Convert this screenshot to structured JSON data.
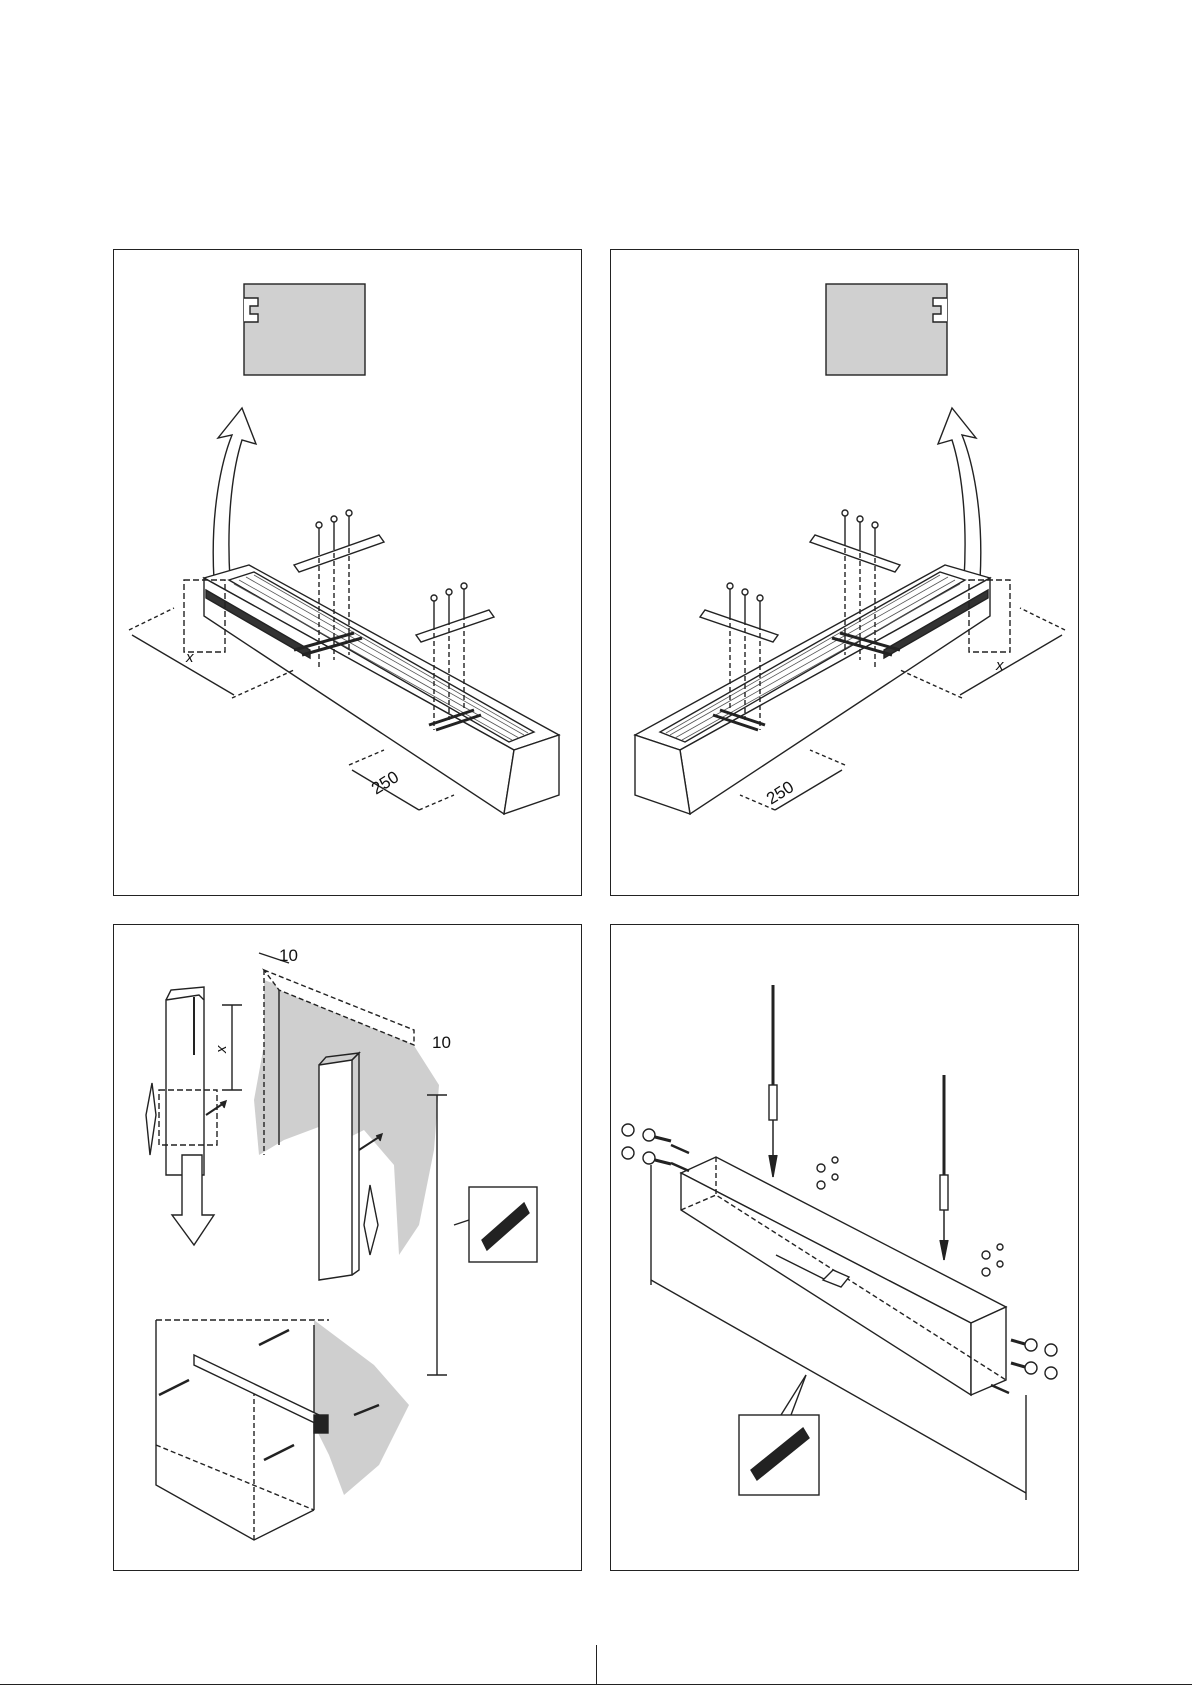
{
  "panels": {
    "p1": {
      "dim_x": "x",
      "dim_250": "250"
    },
    "p2": {
      "dim_x": "x",
      "dim_250": "250"
    },
    "p3": {
      "dim_10_top": "10",
      "dim_10_right": "10",
      "dim_x": "x"
    },
    "p4": {}
  },
  "colors": {
    "line": "#222222",
    "fill_gray": "#d0d0d0",
    "wall_gray": "#cfcfcf",
    "wood": "#555555"
  },
  "icons": [
    "ruler-icon",
    "arrow-up-icon",
    "arrow-down-icon",
    "screw-icon",
    "bracket-icon",
    "wingnut-icon"
  ]
}
